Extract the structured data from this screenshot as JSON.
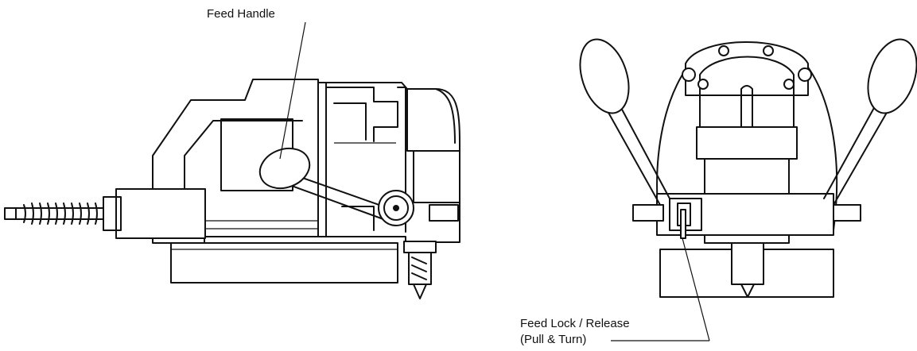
{
  "labels": {
    "feed_handle": "Feed Handle",
    "feed_lock_line1": "Feed Lock / Release",
    "feed_lock_line2": "(Pull & Turn)"
  }
}
